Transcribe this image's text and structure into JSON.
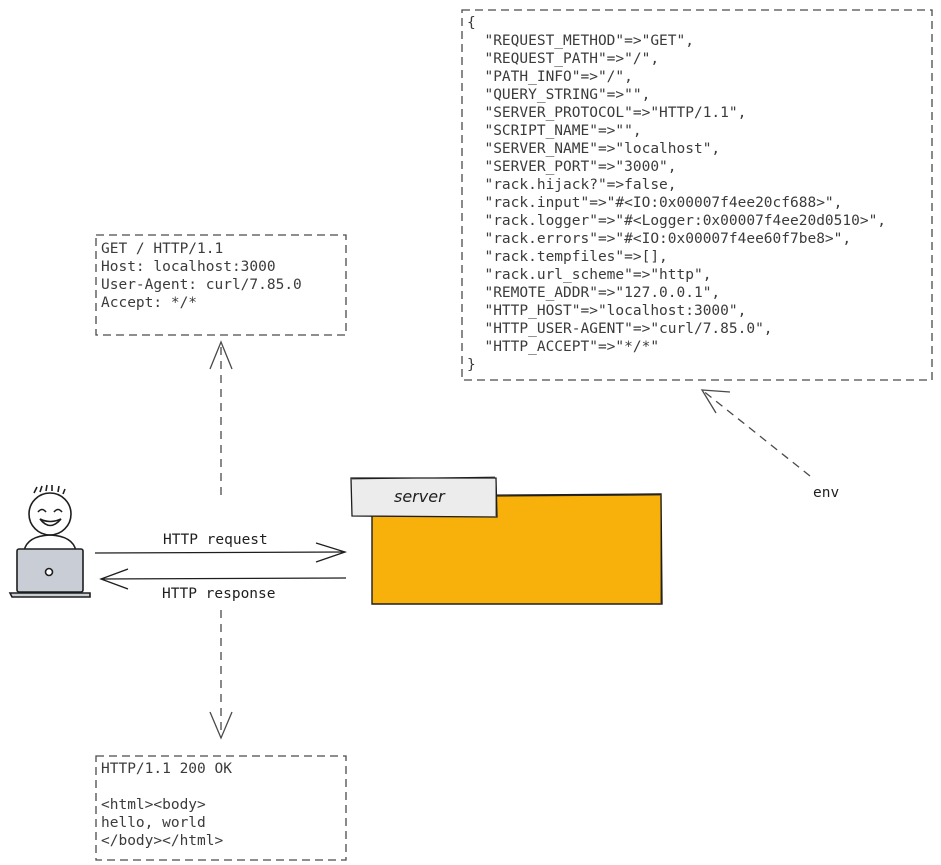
{
  "request_box": {
    "lines": [
      "GET / HTTP/1.1",
      "Host: localhost:3000",
      "User-Agent: curl/7.85.0",
      "Accept: */*"
    ]
  },
  "response_box": {
    "lines": [
      "HTTP/1.1 200 OK",
      "",
      "<html><body>",
      "hello, world",
      "</body></html>"
    ]
  },
  "env_box": {
    "lines": [
      "{",
      "  \"REQUEST_METHOD\"=>\"GET\",",
      "  \"REQUEST_PATH\"=>\"/\",",
      "  \"PATH_INFO\"=>\"/\",",
      "  \"QUERY_STRING\"=>\"\",",
      "  \"SERVER_PROTOCOL\"=>\"HTTP/1.1\",",
      "  \"SCRIPT_NAME\"=>\"\",",
      "  \"SERVER_NAME\"=>\"localhost\",",
      "  \"SERVER_PORT\"=>\"3000\",",
      "  \"rack.hijack?\"=>false,",
      "  \"rack.input\"=>\"#<IO:0x00007f4ee20cf688>\",",
      "  \"rack.logger\"=>\"#<Logger:0x00007f4ee20d0510>\",",
      "  \"rack.errors\"=>\"#<IO:0x00007f4ee60f7be8>\",",
      "  \"rack.tempfiles\"=>[],",
      "  \"rack.url_scheme\"=>\"http\",",
      "  \"REMOTE_ADDR\"=>\"127.0.0.1\",",
      "  \"HTTP_HOST\"=>\"localhost:3000\",",
      "  \"HTTP_USER-AGENT\"=>\"curl/7.85.0\",",
      "  \"HTTP_ACCEPT\"=>\"*/*\"",
      "}"
    ]
  },
  "labels": {
    "http_request": "HTTP request",
    "http_response": "HTTP response",
    "env": "env",
    "server": "server"
  },
  "colors": {
    "server_fill": "#f8b00a",
    "server_tab_fill": "#ececec",
    "stroke": "#1e1e1e",
    "dashed": "#4a4a4a",
    "laptop": "#c9cdd6"
  },
  "icons": {
    "user": "person-at-laptop-icon"
  }
}
